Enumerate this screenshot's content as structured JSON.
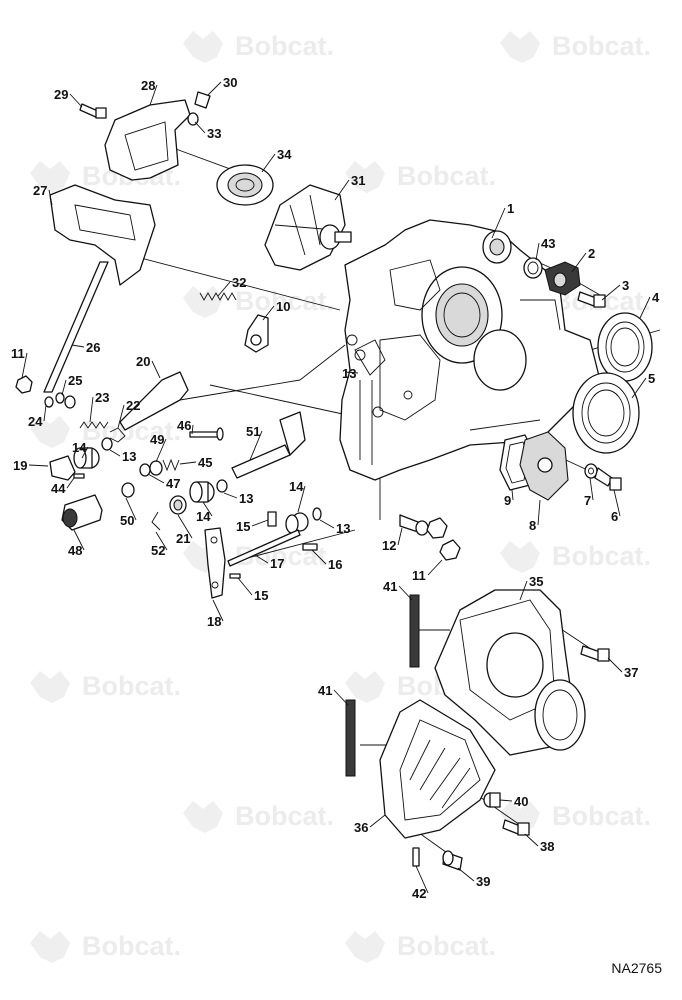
{
  "watermark": {
    "text": "Bobcat."
  },
  "drawing_code": "NA2765",
  "callouts": [
    "1",
    "2",
    "3",
    "4",
    "5",
    "6",
    "7",
    "8",
    "9",
    "10",
    "11",
    "11",
    "12",
    "13",
    "13",
    "13",
    "13",
    "14",
    "14",
    "14",
    "15",
    "15",
    "16",
    "17",
    "18",
    "19",
    "20",
    "21",
    "22",
    "23",
    "24",
    "25",
    "26",
    "27",
    "28",
    "29",
    "30",
    "31",
    "32",
    "33",
    "34",
    "35",
    "36",
    "37",
    "38",
    "39",
    "40",
    "41",
    "41",
    "42",
    "43",
    "44",
    "45",
    "46",
    "47",
    "48",
    "49",
    "50",
    "51",
    "52"
  ]
}
